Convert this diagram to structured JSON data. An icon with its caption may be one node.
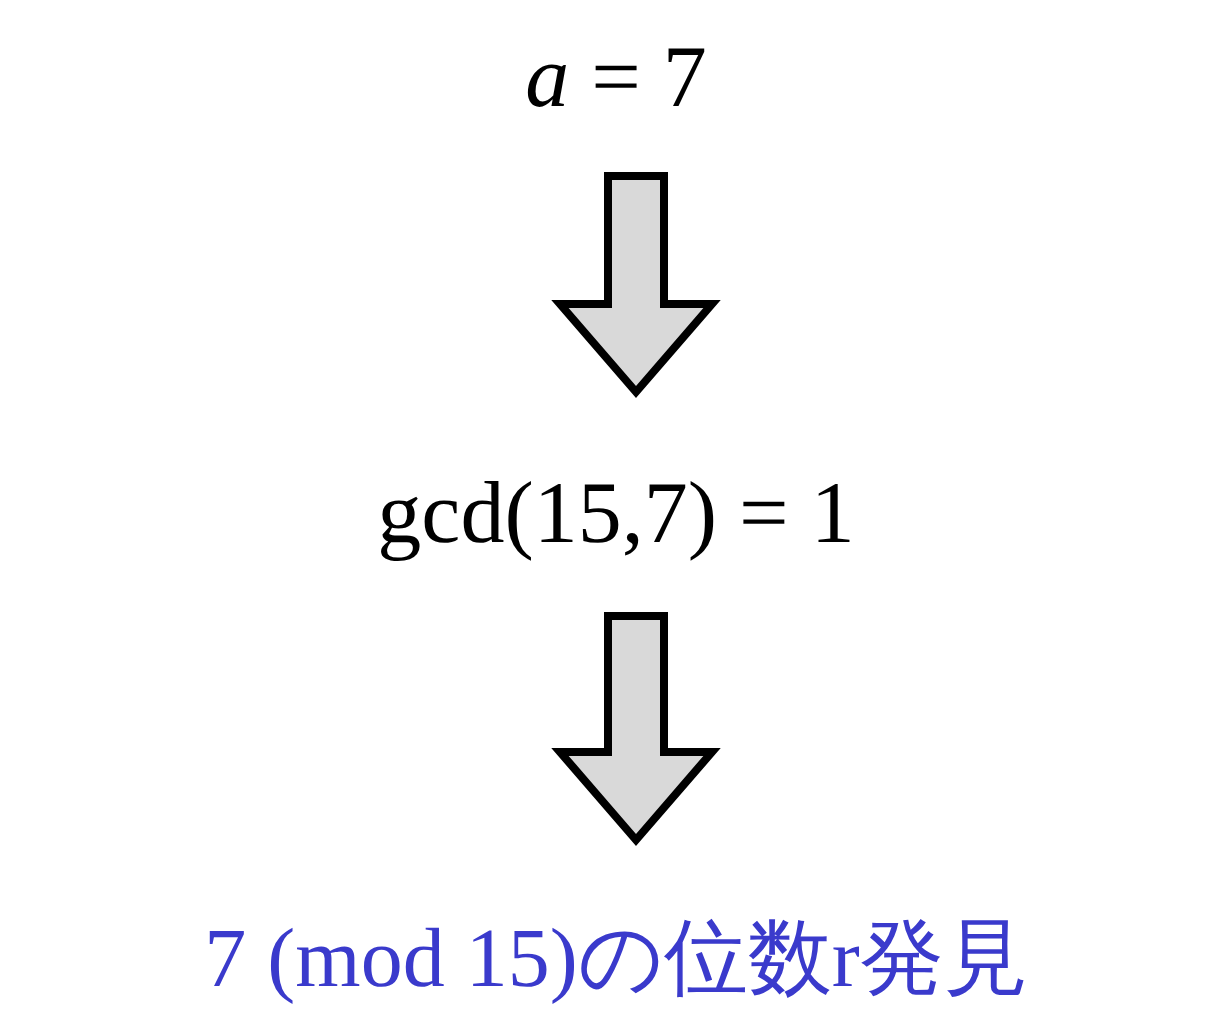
{
  "diagram": {
    "nodes": [
      {
        "text": [
          "*a* = 7"
        ]
      },
      {
        "text": [
          "gcd(15,7) = 1"
        ]
      },
      {
        "text": [
          "7 (mod 15)の位数r発見"
        ]
      }
    ],
    "edges": [
      {
        "from": 0,
        "to": 1,
        "arrow": "to"
      },
      {
        "from": 1,
        "to": 2,
        "arrow": "to"
      }
    ]
  }
}
